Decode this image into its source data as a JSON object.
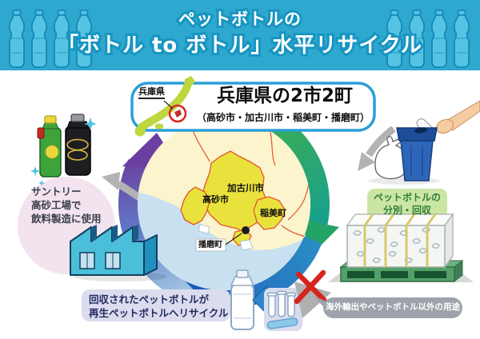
{
  "header": {
    "title_line1": "ペットボトルの",
    "title_line2": "「ボトル to ボトル」水平リサイクル"
  },
  "callout": {
    "region_label": "兵庫県",
    "title": "兵庫県の2市2町",
    "subtitle": "（高砂市・加古川市・稲美町・播磨町）"
  },
  "map_labels": {
    "kakogawa": "加古川市",
    "takasago": "高砂市",
    "inami": "稲美町",
    "harima": "播磨町"
  },
  "suntory": {
    "line1": "サントリー",
    "line2": "高砂工場で",
    "line3": "飲料製造に使用"
  },
  "collection": {
    "line1": "ペットボトルの",
    "line2": "分別・回収"
  },
  "recycle": {
    "line1": "回収されたペットボトルが",
    "line2": "再生ペットボトルへリサイクル"
  },
  "export_note": "海外輸出やペットボトル以外の用途",
  "colors": {
    "header_bg": "#2EA8CE",
    "callout_border": "#2B9FD8",
    "purple": "#6B3FA0",
    "green_arc": "#3FAE4E",
    "blue_arc": "#2E72C2",
    "pink_circle": "#F2E3EE",
    "red": "#D6251C",
    "highlight_yellow": "#EAE23C"
  }
}
